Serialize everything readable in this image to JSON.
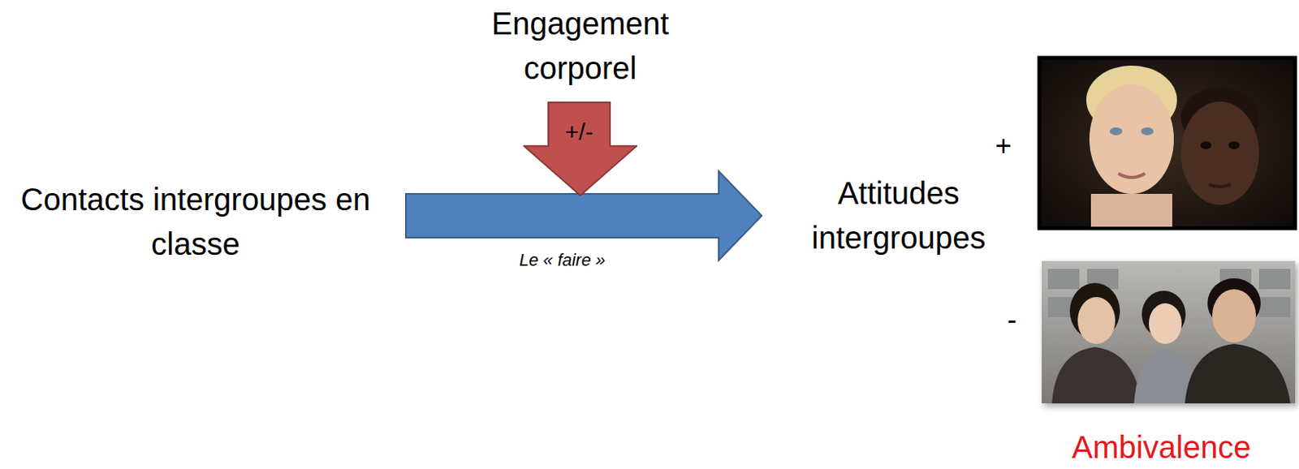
{
  "diagram": {
    "nodes": [
      {
        "text": [
          "Contacts intergroupes en classe"
        ]
      },
      {
        "text": [
          "Engagement corporel",
          "+/-"
        ]
      },
      {
        "text": [
          "Attitudes intergroupes"
        ]
      }
    ],
    "edges": [
      {
        "from": 0,
        "to": 2,
        "arrow": "to",
        "label": "Le « faire »"
      }
    ],
    "labels": [
      "+",
      "-",
      "Ambivalence"
    ]
  }
}
